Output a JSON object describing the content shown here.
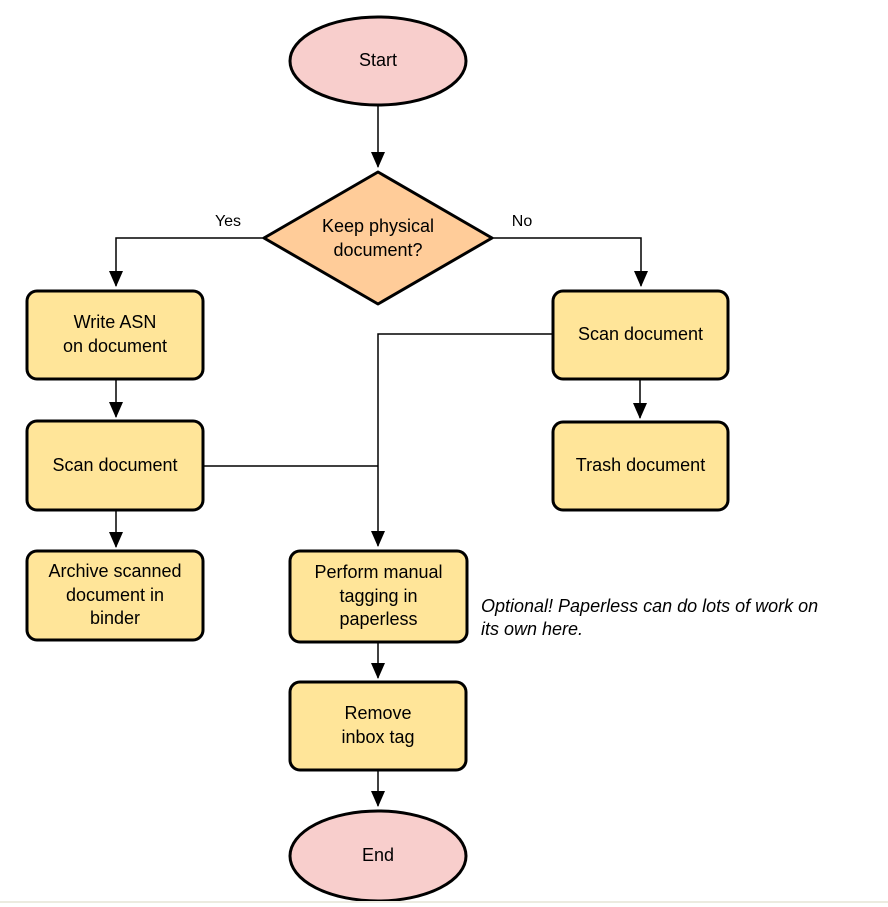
{
  "diagram": {
    "nodes": {
      "start": {
        "label": "Start",
        "type": "terminator"
      },
      "decision": {
        "label": "Keep physical\ndocument?",
        "type": "decision"
      },
      "write_asn": {
        "label": "Write ASN\non document",
        "type": "process"
      },
      "scan_left": {
        "label": "Scan document",
        "type": "process"
      },
      "archive": {
        "label": "Archive scanned\ndocument in\nbinder",
        "type": "process"
      },
      "scan_right": {
        "label": "Scan document",
        "type": "process"
      },
      "trash": {
        "label": "Trash document",
        "type": "process"
      },
      "tagging": {
        "label": "Perform manual\ntagging in\npaperless",
        "type": "process"
      },
      "remove_inbox": {
        "label": "Remove\ninbox tag",
        "type": "process"
      },
      "end": {
        "label": "End",
        "type": "terminator"
      }
    },
    "edges": {
      "yes_label": "Yes",
      "no_label": "No"
    },
    "annotation": {
      "text": "Optional! Paperless can do lots of work on\nits own here."
    },
    "colors": {
      "terminator_fill": "#f8cecc",
      "decision_fill": "#ffcc99",
      "process_fill": "#ffe599",
      "shape_stroke": "#000000",
      "connector_stroke": "#000000",
      "bottom_rule": "#ecebe0"
    }
  }
}
